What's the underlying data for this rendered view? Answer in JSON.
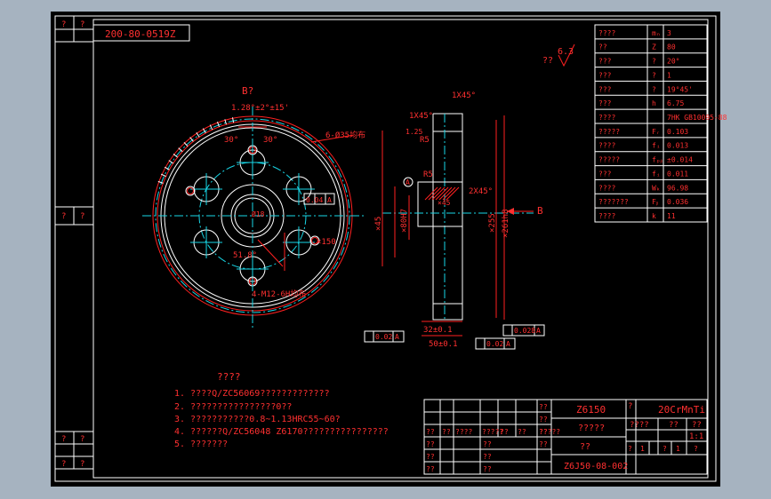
{
  "drawing": {
    "drawing_code_box": "200-80-0519Z",
    "view_label": "B?",
    "view_arrow_label": "B",
    "roughness": {
      "prefix": "??",
      "value": "6.3"
    },
    "left_margin_marks": [
      "?",
      "?",
      "?",
      "?",
      "?",
      "?",
      "?",
      "?"
    ],
    "spec_table": [
      {
        "name": "????",
        "symbol": "mₙ",
        "value": "3"
      },
      {
        "name": "??",
        "symbol": "Z",
        "value": "80"
      },
      {
        "name": "???",
        "symbol": "?",
        "value": "20°"
      },
      {
        "name": "???",
        "symbol": "?",
        "value": "1"
      },
      {
        "name": "???",
        "symbol": "?",
        "value": "19°45'"
      },
      {
        "name": "???",
        "symbol": "h",
        "value": "6.75"
      },
      {
        "name": "????",
        "symbol": "",
        "value": "7HK GB10095-88"
      },
      {
        "name": "?????",
        "symbol": "Fᵣ",
        "value": "0.103"
      },
      {
        "name": "????",
        "symbol": "fᵢ",
        "value": "0.013"
      },
      {
        "name": "?????",
        "symbol": "fₚᵦ",
        "value": "±0.014"
      },
      {
        "name": "???",
        "symbol": "fᵢ",
        "value": "0.011"
      },
      {
        "name": "????",
        "symbol": "Wₖ",
        "value": "96.98"
      },
      {
        "name": "???????",
        "symbol": "Fᵦ",
        "value": "0.036"
      },
      {
        "name": "????",
        "symbol": "k",
        "value": "11"
      }
    ],
    "notes_title": "????",
    "notes": [
      "1. ????Q/ZC56069?????????????",
      "2. ????????????????0??",
      "3. ???????????0.8~1.13HRC55~60?",
      "4. ??????Q/ZC56048 Z6170????????????????",
      "5. ???????"
    ],
    "front_view_labels": {
      "angle_note": "1.28°±2°±15'",
      "holes_note": "6-Ø35均布",
      "angle_left": "30°",
      "angle_right": "30°",
      "bolt_circle_dim": "Ø18",
      "flatness_value": "0.04",
      "flatness_ref": "A",
      "dia_150": "×150",
      "thread_note": "4-M12-6H均布",
      "dim_5180": "51.8°"
    },
    "section_view_labels": {
      "chamfer_top": "1X45°",
      "chamfer_left": "1X45°",
      "chamfer_small": "1.25",
      "radius_r5": "R5",
      "radius_r5b": "R5",
      "chamfer_right": "2X45°",
      "dia_left_outer": "×45",
      "dia_left_bore": "×80H7",
      "dia_right_1": "×255",
      "dia_right_2": "×261h8",
      "width_dim": "32±0.1",
      "total_dim": "50±0.1",
      "tol_1": "0.02",
      "tol_1_ref": "A",
      "tol_2": "0.02",
      "tol_2_ref": "A",
      "tol_3": "0.028",
      "tol_3_ref": "A",
      "circle_mark": "A"
    },
    "title_block": {
      "project": "Z6150",
      "material": "20CrMnTi",
      "qmark": "?",
      "part_name": "?????",
      "drawing_no": "Z6J50-08-002",
      "mid_label": "??",
      "header_cells": [
        "????",
        "??",
        "??"
      ],
      "scale_cells": [
        "1:1"
      ],
      "sheet_cells": [
        "?",
        "1",
        "?",
        "1",
        "?"
      ],
      "rev_header": [
        "??",
        "??",
        "????",
        "?????",
        "??",
        "??",
        "?????"
      ],
      "sign_rows": [
        "??",
        "??",
        "??",
        "??",
        "??",
        "??"
      ],
      "sign_rows_2": [
        "??",
        "??",
        "??",
        "??"
      ],
      "misc": [
        "??",
        "??",
        "??",
        "??",
        "??"
      ]
    }
  }
}
